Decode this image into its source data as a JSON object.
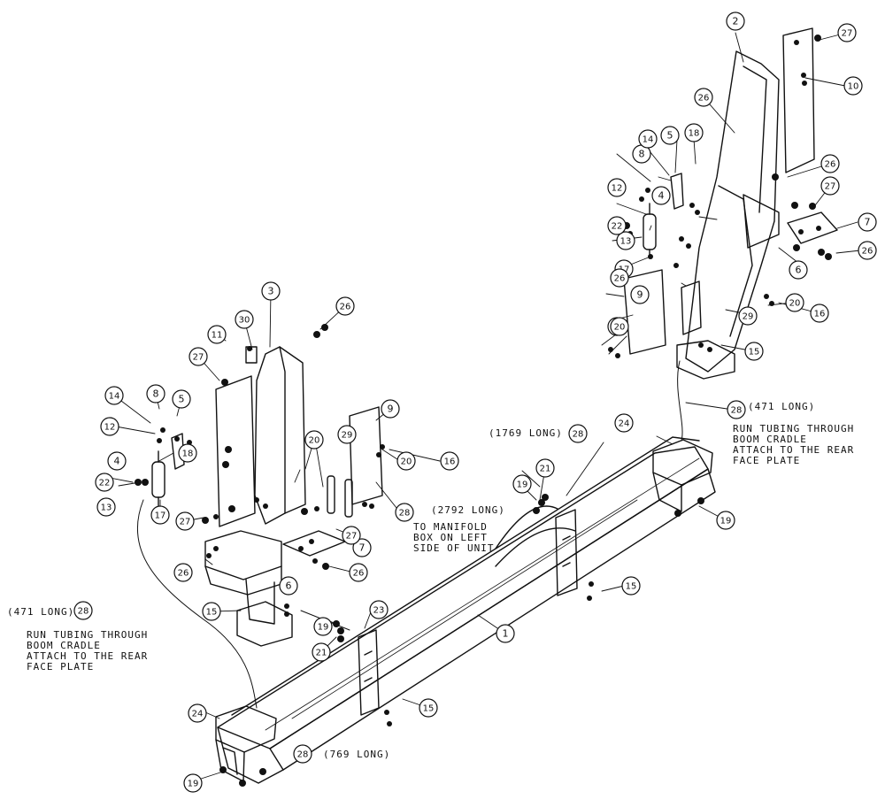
{
  "callouts": [
    "1",
    "2",
    "3",
    "4",
    "5",
    "6",
    "7",
    "8",
    "9",
    "10",
    "11",
    "12",
    "13",
    "14",
    "15",
    "16",
    "17",
    "18",
    "19",
    "20",
    "21",
    "22",
    "23",
    "24",
    "26",
    "27",
    "28",
    "29",
    "30"
  ],
  "length_labels": {
    "right_tube": "(471 LONG)",
    "left_tube": "(471 LONG)",
    "center_tube": "(1769 LONG)",
    "manifold_tube": "(2792 LONG)",
    "bottom_tube": "(769 LONG)"
  },
  "notes": {
    "right_routing": "RUN TUBING THROUGH\nBOOM CRADLE\nATTACH TO THE REAR\nFACE PLATE",
    "left_routing": "RUN TUBING THROUGH\nBOOM CRADLE\nATTACH TO THE REAR\nFACE PLATE",
    "manifold": "TO MANIFOLD\nBOX ON LEFT\nSIDE OF UNIT"
  }
}
